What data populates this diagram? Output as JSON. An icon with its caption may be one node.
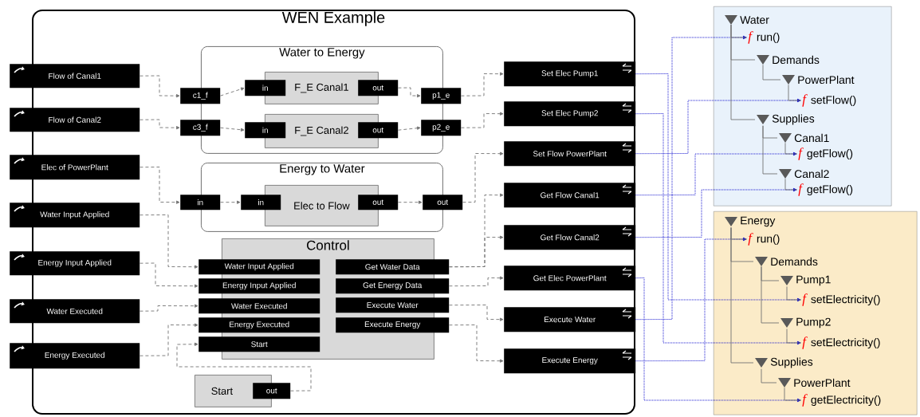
{
  "diagram": {
    "nodes": [
      {
        "text": [
          "WEN Example"
        ]
      },
      {
        "text": [
          "Flow of Canal1"
        ]
      },
      {
        "text": [
          "Flow of Canal2"
        ]
      },
      {
        "text": [
          "Elec of PowerPlant"
        ]
      },
      {
        "text": [
          "Water Input Applied"
        ]
      },
      {
        "text": [
          "Energy Input Applied"
        ]
      },
      {
        "text": [
          "Water Executed"
        ]
      },
      {
        "text": [
          "Energy Executed"
        ]
      },
      {
        "text": [
          "Water to Energy"
        ],
        "in": 0
      },
      {
        "text": [
          "c1_f"
        ],
        "in": 0
      },
      {
        "text": [
          "c3_f"
        ],
        "in": 0
      },
      {
        "text": [
          "F_E Canal1"
        ],
        "in": 8
      },
      {
        "text": [
          "in"
        ],
        "in": 8
      },
      {
        "text": [
          "out"
        ],
        "in": 8
      },
      {
        "text": [
          "F_E Canal2"
        ],
        "in": 8
      },
      {
        "text": [
          "in"
        ],
        "in": 8
      },
      {
        "text": [
          "out"
        ],
        "in": 8
      },
      {
        "text": [
          "p1_e"
        ],
        "in": 0
      },
      {
        "text": [
          "p2_e"
        ],
        "in": 0
      },
      {
        "text": [
          "Energy to Water"
        ],
        "in": 0
      },
      {
        "text": [
          "in"
        ],
        "in": 0
      },
      {
        "text": [
          "Elec to Flow"
        ],
        "in": 19
      },
      {
        "text": [
          "in"
        ],
        "in": 19
      },
      {
        "text": [
          "out"
        ],
        "in": 19
      },
      {
        "text": [
          "out"
        ],
        "in": 0
      },
      {
        "text": [
          "Control"
        ],
        "in": 0
      },
      {
        "text": [
          "Water Input Applied"
        ],
        "in": 0
      },
      {
        "text": [
          "Energy Input Applied"
        ],
        "in": 0
      },
      {
        "text": [
          "Water Executed"
        ],
        "in": 0
      },
      {
        "text": [
          "Energy Executed"
        ],
        "in": 0
      },
      {
        "text": [
          "Start"
        ],
        "in": 0
      },
      {
        "text": [
          "Get Water Data"
        ],
        "in": 0
      },
      {
        "text": [
          "Get Energy Data"
        ],
        "in": 0
      },
      {
        "text": [
          "Execute Water"
        ],
        "in": 0
      },
      {
        "text": [
          "Execute Energy"
        ],
        "in": 0
      },
      {
        "text": [
          "Start"
        ],
        "in": 0
      },
      {
        "text": [
          "out"
        ],
        "in": 0
      },
      {
        "text": [
          "Set Elec Pump1"
        ],
        "in": 0
      },
      {
        "text": [
          "Set Elec Pump2"
        ],
        "in": 0
      },
      {
        "text": [
          "Set Flow PowerPlant"
        ],
        "in": 0
      },
      {
        "text": [
          "Get Flow Canal1"
        ],
        "in": 0
      },
      {
        "text": [
          "Get Flow Canal2"
        ],
        "in": 0
      },
      {
        "text": [
          "Get Elec PowerPlant"
        ],
        "in": 0
      },
      {
        "text": [
          "Execute Water"
        ],
        "in": 0
      },
      {
        "text": [
          "Execute Energy"
        ],
        "in": 0
      },
      {
        "text": [],
        "shape": "box"
      },
      {
        "text": [
          "Water"
        ],
        "in": 45
      },
      {
        "text": [
          "f",
          "run()"
        ],
        "in": 45
      },
      {
        "text": [
          "Demands"
        ],
        "in": 45
      },
      {
        "text": [
          "PowerPlant"
        ],
        "in": 45
      },
      {
        "text": [
          "f",
          "setFlow()"
        ],
        "in": 45
      },
      {
        "text": [
          "Supplies"
        ],
        "in": 45
      },
      {
        "text": [
          "Canal1"
        ],
        "in": 45
      },
      {
        "text": [
          "f",
          "getFlow()"
        ],
        "in": 45
      },
      {
        "text": [
          "Canal2"
        ],
        "in": 45
      },
      {
        "text": [
          "f",
          "getFlow()"
        ],
        "in": 45
      },
      {
        "text": [],
        "shape": "box"
      },
      {
        "text": [
          "Energy"
        ],
        "in": 56
      },
      {
        "text": [
          "f",
          "run()"
        ],
        "in": 56
      },
      {
        "text": [
          "Demands"
        ],
        "in": 56
      },
      {
        "text": [
          "Pump1"
        ],
        "in": 56
      },
      {
        "text": [
          "f",
          "setElectricity()"
        ],
        "in": 56
      },
      {
        "text": [
          "Pump2"
        ],
        "in": 56
      },
      {
        "text": [
          "f",
          "setElectricity()"
        ],
        "in": 56
      },
      {
        "text": [
          "Supplies"
        ],
        "in": 56
      },
      {
        "text": [
          "PowerPlant"
        ],
        "in": 56
      },
      {
        "text": [
          "f",
          "getElectricity()"
        ],
        "in": 56
      }
    ],
    "edges": [
      {
        "from": 1,
        "to": 9,
        "arrow": "to",
        "style": "dashed"
      },
      {
        "from": 9,
        "to": 12,
        "arrow": "to",
        "style": "dashed"
      },
      {
        "from": 2,
        "to": 10,
        "arrow": "to",
        "style": "dashed"
      },
      {
        "from": 10,
        "to": 15,
        "arrow": "to",
        "style": "dashed"
      },
      {
        "from": 13,
        "to": 17,
        "arrow": "to",
        "style": "dashed"
      },
      {
        "from": 16,
        "to": 18,
        "arrow": "to",
        "style": "dashed"
      },
      {
        "from": 17,
        "to": 37,
        "arrow": "to",
        "style": "dashed"
      },
      {
        "from": 18,
        "to": 38,
        "arrow": "to",
        "style": "dashed"
      },
      {
        "from": 3,
        "to": 20,
        "arrow": "to",
        "style": "dashed"
      },
      {
        "from": 20,
        "to": 22,
        "arrow": "to",
        "style": "dashed"
      },
      {
        "from": 23,
        "to": 24,
        "arrow": "to",
        "style": "dashed"
      },
      {
        "from": 24,
        "to": 39,
        "arrow": "to",
        "style": "dashed"
      },
      {
        "from": 4,
        "to": 26,
        "arrow": "to",
        "style": "dashed"
      },
      {
        "from": 5,
        "to": 27,
        "arrow": "to",
        "style": "dashed"
      },
      {
        "from": 6,
        "to": 28,
        "arrow": "to",
        "style": "dashed"
      },
      {
        "from": 7,
        "to": 29,
        "arrow": "to",
        "style": "dashed"
      },
      {
        "from": 36,
        "to": 30,
        "arrow": "to",
        "style": "dashed"
      },
      {
        "from": 31,
        "to": 40,
        "arrow": "to",
        "style": "dashed"
      },
      {
        "from": 31,
        "to": 41,
        "arrow": "to",
        "style": "dashed"
      },
      {
        "from": 32,
        "to": 42,
        "arrow": "to",
        "style": "dashed"
      },
      {
        "from": 33,
        "to": 43,
        "arrow": "to",
        "style": "dashed"
      },
      {
        "from": 34,
        "to": 44,
        "arrow": "to",
        "style": "dashed"
      },
      {
        "from": 37,
        "to": 61,
        "arrow": "to",
        "style": "dashed",
        "color": "#0000cc"
      },
      {
        "from": 38,
        "to": 63,
        "arrow": "to",
        "style": "dashed",
        "color": "#0000cc"
      },
      {
        "from": 39,
        "to": 50,
        "arrow": "to",
        "style": "dashed",
        "color": "#0000cc"
      },
      {
        "from": 40,
        "to": 53,
        "arrow": "to",
        "style": "dashed",
        "color": "#0000cc"
      },
      {
        "from": 41,
        "to": 55,
        "arrow": "to",
        "style": "dashed",
        "color": "#0000cc"
      },
      {
        "from": 42,
        "to": 66,
        "arrow": "to",
        "style": "dashed",
        "color": "#0000cc"
      },
      {
        "from": 43,
        "to": 47,
        "arrow": "to",
        "style": "dashed",
        "color": "#0000cc"
      },
      {
        "from": 44,
        "to": 58,
        "arrow": "to",
        "style": "dashed",
        "color": "#0000cc"
      },
      {
        "from": 46,
        "to": 47,
        "arrow": "none"
      },
      {
        "from": 46,
        "to": 48,
        "arrow": "none"
      },
      {
        "from": 48,
        "to": 49,
        "arrow": "none"
      },
      {
        "from": 49,
        "to": 50,
        "arrow": "none"
      },
      {
        "from": 46,
        "to": 51,
        "arrow": "none"
      },
      {
        "from": 51,
        "to": 52,
        "arrow": "none"
      },
      {
        "from": 52,
        "to": 53,
        "arrow": "none"
      },
      {
        "from": 51,
        "to": 54,
        "arrow": "none"
      },
      {
        "from": 54,
        "to": 55,
        "arrow": "none"
      },
      {
        "from": 57,
        "to": 58,
        "arrow": "none"
      },
      {
        "from": 57,
        "to": 59,
        "arrow": "none"
      },
      {
        "from": 59,
        "to": 60,
        "arrow": "none"
      },
      {
        "from": 60,
        "to": 61,
        "arrow": "none"
      },
      {
        "from": 59,
        "to": 62,
        "arrow": "none"
      },
      {
        "from": 62,
        "to": 63,
        "arrow": "none"
      },
      {
        "from": 57,
        "to": 64,
        "arrow": "none"
      },
      {
        "from": 64,
        "to": 65,
        "arrow": "none"
      },
      {
        "from": 65,
        "to": 66,
        "arrow": "none"
      }
    ]
  }
}
